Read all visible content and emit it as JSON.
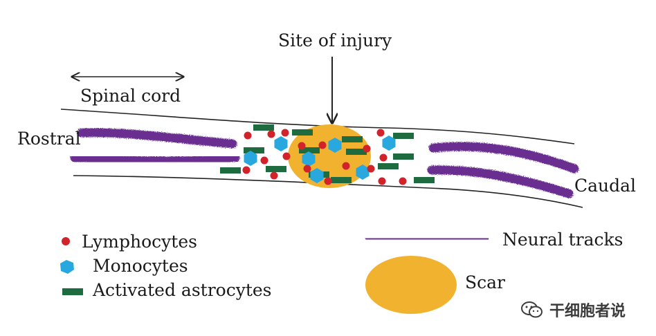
{
  "title": "Site of injury",
  "labels": {
    "spinal_cord": "Spinal cord",
    "rostral": "Rostral",
    "caudal": "Caudal"
  },
  "legend": {
    "lymphocytes": "Lymphocytes",
    "monocytes": "Monocytes",
    "astrocytes": "Activated astrocytes",
    "neural_tracks": "Neural tracks",
    "scar": "Scar"
  },
  "watermark": "干细胞者说",
  "colors": {
    "lymphocyte": "#d2232a",
    "monocyte": "#29a8e0",
    "astrocyte": "#1e6b3f",
    "neural_track": "#6a2d91",
    "scar": "#f1b230",
    "outline": "#222222"
  }
}
